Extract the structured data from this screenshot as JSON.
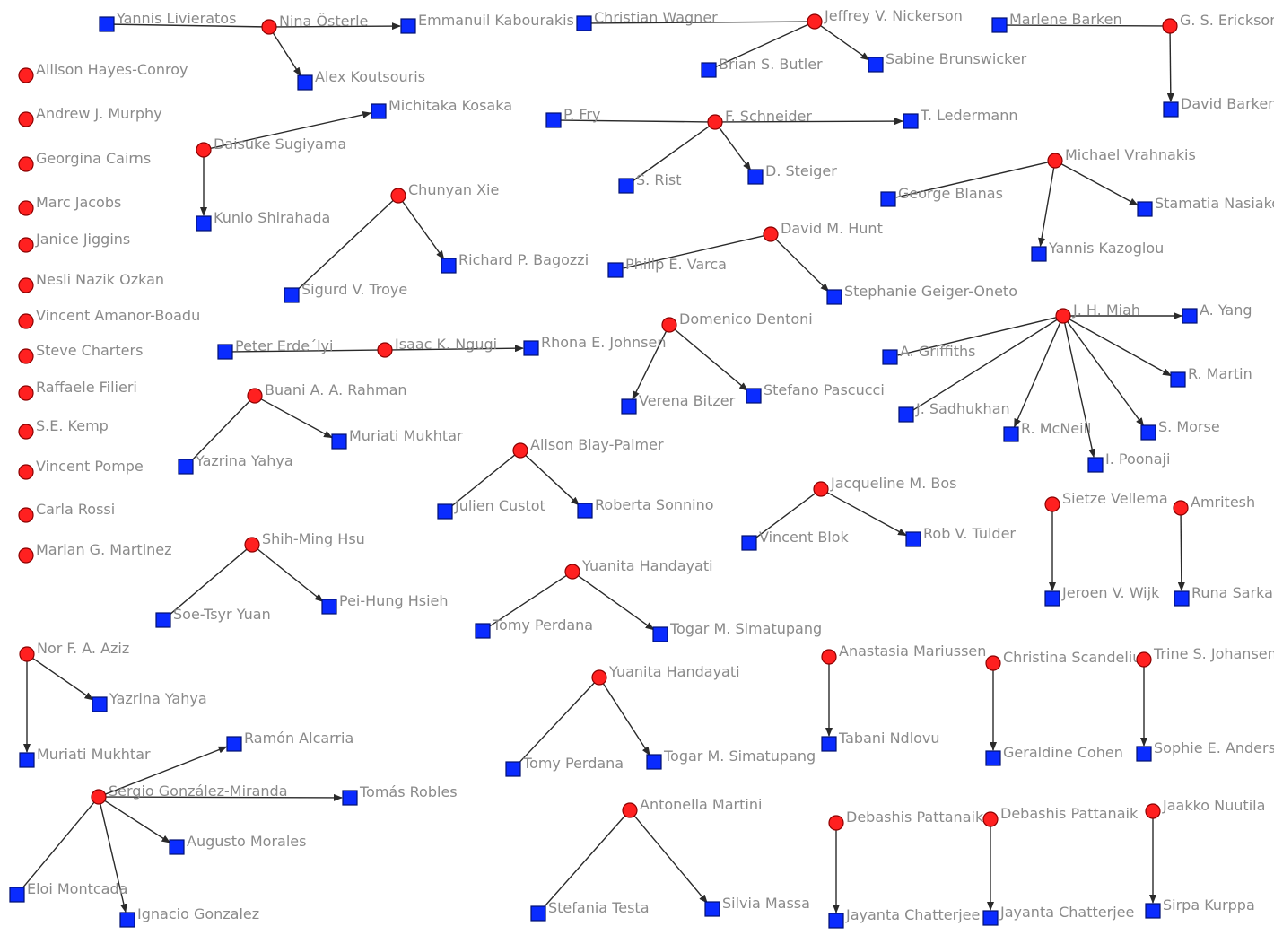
{
  "nodes": {
    "yannis_livieratos": {
      "label": "Yannis Livieratos",
      "kind": "item"
    },
    "nina_osterle": {
      "label": "Nina Österle",
      "kind": "person"
    },
    "emmanuil_kabourakis": {
      "label": "Emmanuil Kabourakis",
      "kind": "item"
    },
    "alex_koutsouris": {
      "label": "Alex Koutsouris",
      "kind": "item"
    },
    "christian_wagner": {
      "label": "Christian Wagner",
      "kind": "item"
    },
    "jeffrey_nickerson": {
      "label": "Jeffrey V. Nickerson",
      "kind": "person"
    },
    "brian_butler": {
      "label": "Brian S. Butler",
      "kind": "item"
    },
    "sabine_brunswicker": {
      "label": "Sabine Brunswicker",
      "kind": "item"
    },
    "marlene_barken": {
      "label": "Marlene Barken",
      "kind": "item"
    },
    "gs_erickson": {
      "label": "G. S. Erickson",
      "kind": "person"
    },
    "david_barken": {
      "label": "David Barken",
      "kind": "item"
    },
    "allison_hayes_conroy": {
      "label": "Allison Hayes-Conroy",
      "kind": "person"
    },
    "andrew_murphy": {
      "label": "Andrew J. Murphy",
      "kind": "person"
    },
    "georgina_cairns": {
      "label": "Georgina Cairns",
      "kind": "person"
    },
    "marc_jacobs": {
      "label": "Marc Jacobs",
      "kind": "person"
    },
    "janice_jiggins": {
      "label": "Janice Jiggins",
      "kind": "person"
    },
    "nesli_ozkan": {
      "label": "Nesli Nazik Ozkan",
      "kind": "person"
    },
    "vincent_amanor_boadu": {
      "label": "Vincent Amanor-Boadu",
      "kind": "person"
    },
    "steve_charters": {
      "label": "Steve Charters",
      "kind": "person"
    },
    "raffaele_filieri": {
      "label": "Raffaele Filieri",
      "kind": "person"
    },
    "se_kemp": {
      "label": "S.E. Kemp",
      "kind": "person"
    },
    "vincent_pompe": {
      "label": "Vincent Pompe",
      "kind": "person"
    },
    "carla_rossi": {
      "label": "Carla Rossi",
      "kind": "person"
    },
    "marian_martinez": {
      "label": "Marian G. Martinez",
      "kind": "person"
    },
    "michitaka_kosaka": {
      "label": "Michitaka Kosaka",
      "kind": "item"
    },
    "daisuke_sugiyama": {
      "label": "Daisuke Sugiyama",
      "kind": "person"
    },
    "kunio_shirahada": {
      "label": "Kunio Shirahada",
      "kind": "item"
    },
    "chunyan_xie": {
      "label": "Chunyan Xie",
      "kind": "person"
    },
    "sigurd_troye": {
      "label": "Sigurd V. Troye",
      "kind": "item"
    },
    "richard_bagozzi": {
      "label": "Richard P. Bagozzi",
      "kind": "item"
    },
    "p_fry": {
      "label": "P. Fry",
      "kind": "item"
    },
    "f_schneider": {
      "label": "F. Schneider",
      "kind": "person"
    },
    "t_ledermann": {
      "label": "T. Ledermann",
      "kind": "item"
    },
    "s_rist": {
      "label": "S. Rist",
      "kind": "item"
    },
    "d_steiger": {
      "label": "D. Steiger",
      "kind": "item"
    },
    "michael_vrahnakis": {
      "label": "Michael Vrahnakis",
      "kind": "person"
    },
    "george_blanas": {
      "label": "George Blanas",
      "kind": "item"
    },
    "stamatia_nasiakou": {
      "label": "Stamatia Nasiakou",
      "kind": "item"
    },
    "yannis_kazoglou": {
      "label": "Yannis Kazoglou",
      "kind": "item"
    },
    "david_hunt": {
      "label": "David M. Hunt",
      "kind": "person"
    },
    "philip_varca": {
      "label": "Philip E. Varca",
      "kind": "item"
    },
    "stephanie_geiger_oneto": {
      "label": "Stephanie Geiger-Oneto",
      "kind": "item"
    },
    "jh_miah": {
      "label": "J. H. Miah",
      "kind": "person"
    },
    "a_yang": {
      "label": "A. Yang",
      "kind": "item"
    },
    "a_griffiths": {
      "label": "A. Griffiths",
      "kind": "item"
    },
    "r_martin": {
      "label": "R. Martin",
      "kind": "item"
    },
    "j_sadhukhan": {
      "label": "J. Sadhukhan",
      "kind": "item"
    },
    "r_mcneill": {
      "label": "R. McNeill",
      "kind": "item"
    },
    "s_morse": {
      "label": "S. Morse",
      "kind": "item"
    },
    "i_poonaji": {
      "label": "I. Poonaji",
      "kind": "item"
    },
    "peter_erdelyi": {
      "label": "Peter Erde´lyi",
      "kind": "item"
    },
    "isaac_ngugi": {
      "label": "Isaac K. Ngugi",
      "kind": "person"
    },
    "rhona_johnsen": {
      "label": "Rhona E. Johnsen",
      "kind": "item"
    },
    "domenico_dentoni": {
      "label": "Domenico Dentoni",
      "kind": "person"
    },
    "verena_bitzer": {
      "label": "Verena Bitzer",
      "kind": "item"
    },
    "stefano_pascucci": {
      "label": "Stefano Pascucci",
      "kind": "item"
    },
    "buani_rahman": {
      "label": "Buani A. A. Rahman",
      "kind": "person"
    },
    "muriati_mukhtar_1": {
      "label": "Muriati Mukhtar",
      "kind": "item"
    },
    "yazrina_yahya_1": {
      "label": "Yazrina Yahya",
      "kind": "item"
    },
    "alison_blay_palmer": {
      "label": "Alison Blay-Palmer",
      "kind": "person"
    },
    "julien_custot": {
      "label": "Julien Custot",
      "kind": "item"
    },
    "roberta_sonnino": {
      "label": "Roberta Sonnino",
      "kind": "item"
    },
    "jacqueline_bos": {
      "label": "Jacqueline M. Bos",
      "kind": "person"
    },
    "vincent_blok": {
      "label": "Vincent Blok",
      "kind": "item"
    },
    "rob_tulder": {
      "label": "Rob V. Tulder",
      "kind": "item"
    },
    "sietze_vellema": {
      "label": "Sietze Vellema",
      "kind": "person"
    },
    "jeroen_wijk": {
      "label": "Jeroen V. Wijk",
      "kind": "item"
    },
    "amritesh": {
      "label": "Amritesh",
      "kind": "person"
    },
    "runa_sarkar": {
      "label": "Runa Sarkar",
      "kind": "item"
    },
    "shih_ming_hsu": {
      "label": "Shih-Ming Hsu",
      "kind": "person"
    },
    "soe_tsyr_yuan": {
      "label": "Soe-Tsyr Yuan",
      "kind": "item"
    },
    "pei_hung_hsieh": {
      "label": "Pei-Hung Hsieh",
      "kind": "item"
    },
    "yuanita_1": {
      "label": "Yuanita Handayati",
      "kind": "person"
    },
    "tomy_perdana_1": {
      "label": "Tomy Perdana",
      "kind": "item"
    },
    "togar_1": {
      "label": "Togar M. Simatupang",
      "kind": "item"
    },
    "nor_aziz": {
      "label": "Nor F. A. Aziz",
      "kind": "person"
    },
    "yazrina_yahya_2": {
      "label": "Yazrina Yahya",
      "kind": "item"
    },
    "muriati_mukhtar_2": {
      "label": "Muriati Mukhtar",
      "kind": "item"
    },
    "yuanita_2": {
      "label": "Yuanita Handayati",
      "kind": "person"
    },
    "tomy_perdana_2": {
      "label": "Tomy Perdana",
      "kind": "item"
    },
    "togar_2": {
      "label": "Togar M. Simatupang",
      "kind": "item"
    },
    "anastasia_mariussen": {
      "label": "Anastasia Mariussen",
      "kind": "person"
    },
    "tabani_ndlovu": {
      "label": "Tabani Ndlovu",
      "kind": "item"
    },
    "christina_scandelius": {
      "label": "Christina Scandelius",
      "kind": "person"
    },
    "geraldine_cohen": {
      "label": "Geraldine Cohen",
      "kind": "item"
    },
    "trine_johansen": {
      "label": "Trine S. Johansen",
      "kind": "person"
    },
    "sophie_andersen": {
      "label": "Sophie E. Andersen",
      "kind": "item"
    },
    "ramon_alcarria": {
      "label": "Ramón Alcarria",
      "kind": "item"
    },
    "sergio_gonzalez_miranda": {
      "label": "Sergio González-Miranda",
      "kind": "person"
    },
    "tomas_robles": {
      "label": "Tomás Robles",
      "kind": "item"
    },
    "augusto_morales": {
      "label": "Augusto Morales",
      "kind": "item"
    },
    "eloi_montcada": {
      "label": "Eloi Montcada",
      "kind": "item"
    },
    "ignacio_gonzalez": {
      "label": "Ignacio Gonzalez",
      "kind": "item"
    },
    "antonella_martini": {
      "label": "Antonella Martini",
      "kind": "person"
    },
    "stefania_testa": {
      "label": "Stefania Testa",
      "kind": "item"
    },
    "silvia_massa": {
      "label": "Silvia Massa",
      "kind": "item"
    },
    "debashis_1": {
      "label": "Debashis Pattanaik",
      "kind": "person"
    },
    "jayanta_1": {
      "label": "Jayanta Chatterjee",
      "kind": "item"
    },
    "debashis_2": {
      "label": "Debashis Pattanaik",
      "kind": "person"
    },
    "jayanta_2": {
      "label": "Jayanta Chatterjee",
      "kind": "item"
    },
    "jaakko_nuutila": {
      "label": "Jaakko Nuutila",
      "kind": "person"
    },
    "sirpa_kurppa": {
      "label": "Sirpa Kurppa",
      "kind": "item"
    }
  },
  "edges": [
    {
      "from": "yannis_livieratos",
      "to": "nina_osterle",
      "arrow": false
    },
    {
      "from": "nina_osterle",
      "to": "emmanuil_kabourakis",
      "arrow": true
    },
    {
      "from": "nina_osterle",
      "to": "alex_koutsouris",
      "arrow": true
    },
    {
      "from": "christian_wagner",
      "to": "jeffrey_nickerson",
      "arrow": false
    },
    {
      "from": "jeffrey_nickerson",
      "to": "brian_butler",
      "arrow": false
    },
    {
      "from": "jeffrey_nickerson",
      "to": "sabine_brunswicker",
      "arrow": true
    },
    {
      "from": "marlene_barken",
      "to": "gs_erickson",
      "arrow": false
    },
    {
      "from": "gs_erickson",
      "to": "david_barken",
      "arrow": true
    },
    {
      "from": "daisuke_sugiyama",
      "to": "michitaka_kosaka",
      "arrow": true
    },
    {
      "from": "daisuke_sugiyama",
      "to": "kunio_shirahada",
      "arrow": true
    },
    {
      "from": "chunyan_xie",
      "to": "sigurd_troye",
      "arrow": false
    },
    {
      "from": "chunyan_xie",
      "to": "richard_bagozzi",
      "arrow": true
    },
    {
      "from": "p_fry",
      "to": "f_schneider",
      "arrow": false
    },
    {
      "from": "f_schneider",
      "to": "t_ledermann",
      "arrow": true
    },
    {
      "from": "f_schneider",
      "to": "s_rist",
      "arrow": false
    },
    {
      "from": "f_schneider",
      "to": "d_steiger",
      "arrow": true
    },
    {
      "from": "michael_vrahnakis",
      "to": "george_blanas",
      "arrow": false
    },
    {
      "from": "michael_vrahnakis",
      "to": "stamatia_nasiakou",
      "arrow": true
    },
    {
      "from": "michael_vrahnakis",
      "to": "yannis_kazoglou",
      "arrow": true
    },
    {
      "from": "david_hunt",
      "to": "philip_varca",
      "arrow": false
    },
    {
      "from": "david_hunt",
      "to": "stephanie_geiger_oneto",
      "arrow": true
    },
    {
      "from": "jh_miah",
      "to": "a_yang",
      "arrow": true
    },
    {
      "from": "jh_miah",
      "to": "a_griffiths",
      "arrow": false
    },
    {
      "from": "jh_miah",
      "to": "r_martin",
      "arrow": true
    },
    {
      "from": "jh_miah",
      "to": "j_sadhukhan",
      "arrow": false
    },
    {
      "from": "jh_miah",
      "to": "r_mcneill",
      "arrow": true
    },
    {
      "from": "jh_miah",
      "to": "s_morse",
      "arrow": true
    },
    {
      "from": "jh_miah",
      "to": "i_poonaji",
      "arrow": true
    },
    {
      "from": "peter_erdelyi",
      "to": "isaac_ngugi",
      "arrow": false
    },
    {
      "from": "isaac_ngugi",
      "to": "rhona_johnsen",
      "arrow": true
    },
    {
      "from": "domenico_dentoni",
      "to": "verena_bitzer",
      "arrow": true
    },
    {
      "from": "domenico_dentoni",
      "to": "stefano_pascucci",
      "arrow": true
    },
    {
      "from": "buani_rahman",
      "to": "muriati_mukhtar_1",
      "arrow": true
    },
    {
      "from": "buani_rahman",
      "to": "yazrina_yahya_1",
      "arrow": false
    },
    {
      "from": "alison_blay_palmer",
      "to": "julien_custot",
      "arrow": false
    },
    {
      "from": "alison_blay_palmer",
      "to": "roberta_sonnino",
      "arrow": true
    },
    {
      "from": "jacqueline_bos",
      "to": "vincent_blok",
      "arrow": false
    },
    {
      "from": "jacqueline_bos",
      "to": "rob_tulder",
      "arrow": true
    },
    {
      "from": "sietze_vellema",
      "to": "jeroen_wijk",
      "arrow": true
    },
    {
      "from": "amritesh",
      "to": "runa_sarkar",
      "arrow": true
    },
    {
      "from": "shih_ming_hsu",
      "to": "soe_tsyr_yuan",
      "arrow": false
    },
    {
      "from": "shih_ming_hsu",
      "to": "pei_hung_hsieh",
      "arrow": true
    },
    {
      "from": "yuanita_1",
      "to": "tomy_perdana_1",
      "arrow": false
    },
    {
      "from": "yuanita_1",
      "to": "togar_1",
      "arrow": true
    },
    {
      "from": "nor_aziz",
      "to": "yazrina_yahya_2",
      "arrow": true
    },
    {
      "from": "nor_aziz",
      "to": "muriati_mukhtar_2",
      "arrow": true
    },
    {
      "from": "yuanita_2",
      "to": "tomy_perdana_2",
      "arrow": false
    },
    {
      "from": "yuanita_2",
      "to": "togar_2",
      "arrow": true
    },
    {
      "from": "anastasia_mariussen",
      "to": "tabani_ndlovu",
      "arrow": true
    },
    {
      "from": "christina_scandelius",
      "to": "geraldine_cohen",
      "arrow": true
    },
    {
      "from": "trine_johansen",
      "to": "sophie_andersen",
      "arrow": true
    },
    {
      "from": "sergio_gonzalez_miranda",
      "to": "ramon_alcarria",
      "arrow": true
    },
    {
      "from": "sergio_gonzalez_miranda",
      "to": "tomas_robles",
      "arrow": true
    },
    {
      "from": "sergio_gonzalez_miranda",
      "to": "augusto_morales",
      "arrow": true
    },
    {
      "from": "sergio_gonzalez_miranda",
      "to": "eloi_montcada",
      "arrow": false
    },
    {
      "from": "sergio_gonzalez_miranda",
      "to": "ignacio_gonzalez",
      "arrow": true
    },
    {
      "from": "antonella_martini",
      "to": "stefania_testa",
      "arrow": false
    },
    {
      "from": "antonella_martini",
      "to": "silvia_massa",
      "arrow": true
    },
    {
      "from": "debashis_1",
      "to": "jayanta_1",
      "arrow": true
    },
    {
      "from": "debashis_2",
      "to": "jayanta_2",
      "arrow": true
    },
    {
      "from": "jaakko_nuutila",
      "to": "sirpa_kurppa",
      "arrow": true
    }
  ],
  "colors": {
    "person": "#ff2020",
    "item": "#0a2bff",
    "label": "#8a8a8a",
    "edge": "#2a2a2a"
  }
}
